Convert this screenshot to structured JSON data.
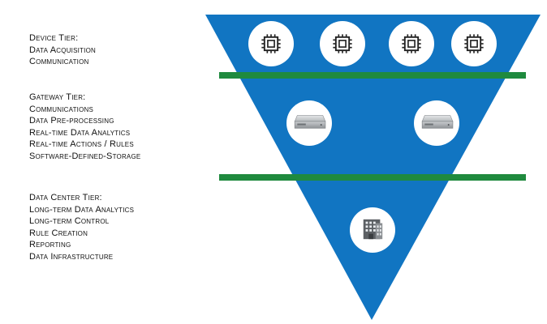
{
  "tiers": [
    {
      "title": "Device Tier:",
      "items": [
        "Data Acquisition",
        "Communication"
      ]
    },
    {
      "title": "Gateway Tier:",
      "items": [
        "Communications",
        "Data Pre-processing",
        "Real-time Data Analytics",
        "Real-time Actions / Rules",
        "Software-Defined-Storage"
      ]
    },
    {
      "title": "Data Center Tier:",
      "items": [
        "Long-term Data Analytics",
        "Long-term Control",
        "Rule Creation",
        "Reporting",
        "Data Infrastructure"
      ]
    }
  ],
  "colors": {
    "triangle": "#1175c2",
    "divider": "#1f8a3e",
    "circle": "#ffffff",
    "icon": "#222222",
    "server": "#b8bcbf",
    "building": "#5f6366"
  },
  "icons": {
    "device": "chip-icon",
    "gateway": "server-icon",
    "datacenter": "building-icon"
  }
}
